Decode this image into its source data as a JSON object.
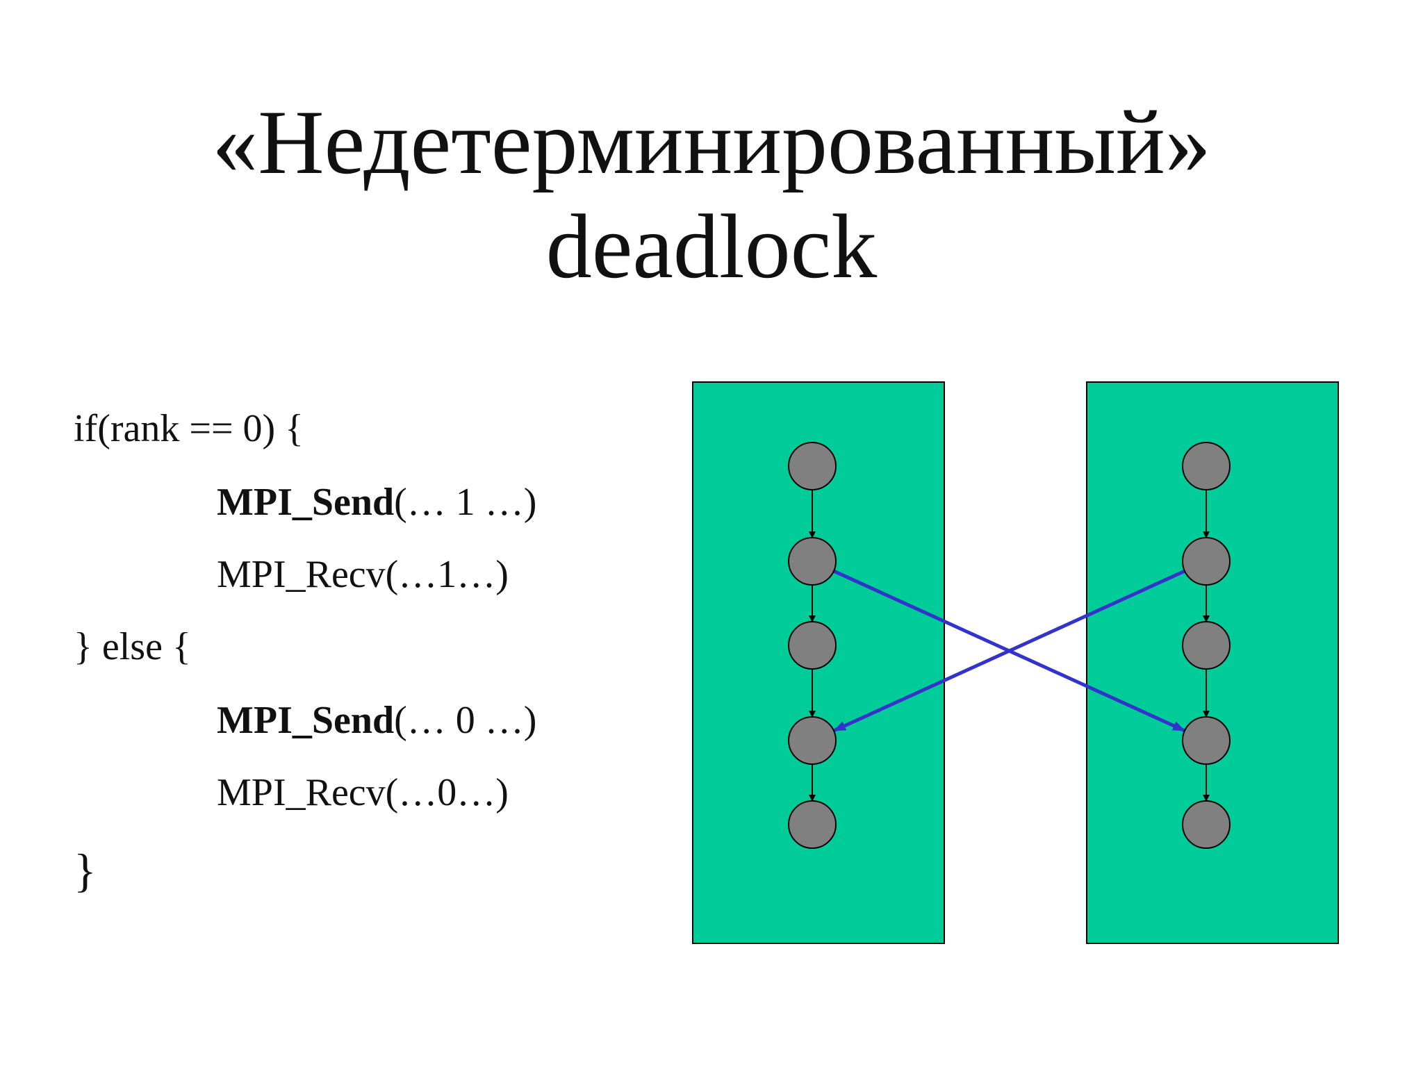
{
  "slide": {
    "title_line1": "«Недетерминированный»",
    "title_line2": "deadlock"
  },
  "code": {
    "line1": "if(rank == 0) {",
    "line2_bold": "MPI_Send",
    "line2_rest": "(… 1 …)",
    "line3": "MPI_Recv(…1…)",
    "line4": "} else {",
    "line5_bold": "MPI_Send",
    "line5_rest": "(… 0 …)",
    "line6": "MPI_Recv(…0…)",
    "line7": "}"
  },
  "colors": {
    "process_fill": "#00CC99",
    "node_fill": "#808080",
    "message_arrow": "#3333CC",
    "edge": "#000000"
  },
  "diagram": {
    "processes": [
      {
        "name": "process-0",
        "nodes": 5
      },
      {
        "name": "process-1",
        "nodes": 5
      }
    ],
    "messages": [
      {
        "from_process": 0,
        "from_node": 1,
        "to_process": 1,
        "to_node": 3
      },
      {
        "from_process": 1,
        "from_node": 1,
        "to_process": 0,
        "to_node": 3
      }
    ]
  }
}
